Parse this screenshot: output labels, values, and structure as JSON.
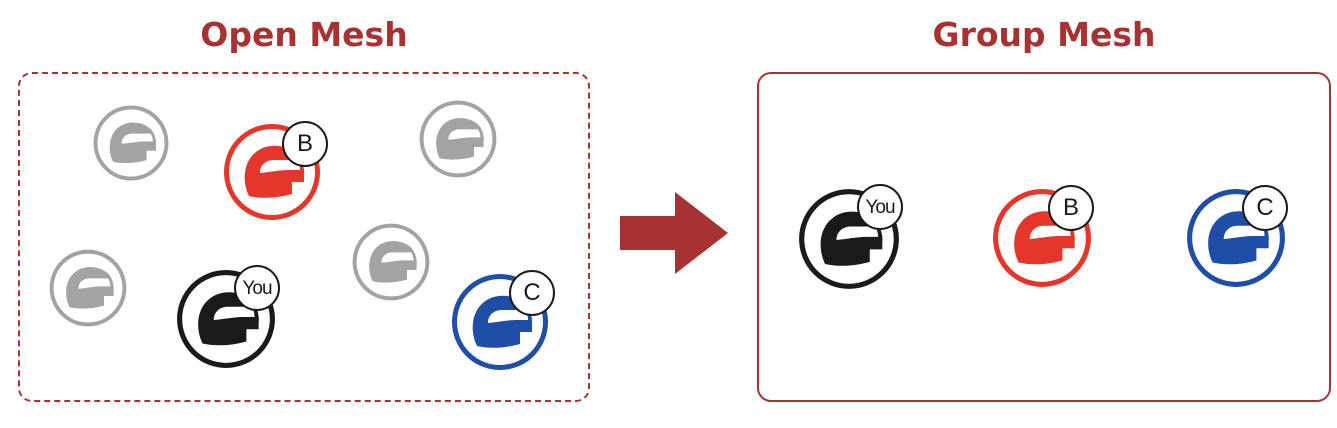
{
  "diagram": {
    "open_mesh": {
      "title": "Open Mesh",
      "riders": [
        {
          "kind": "idle",
          "color": "#a3a3a3",
          "badge": ""
        },
        {
          "kind": "member",
          "color": "#e4362a",
          "badge": "B"
        },
        {
          "kind": "idle",
          "color": "#a3a3a3",
          "badge": ""
        },
        {
          "kind": "idle",
          "color": "#a3a3a3",
          "badge": ""
        },
        {
          "kind": "idle",
          "color": "#a3a3a3",
          "badge": ""
        },
        {
          "kind": "member",
          "color": "#1a1a1a",
          "badge": "You"
        },
        {
          "kind": "member",
          "color": "#1f4ea8",
          "badge": "C"
        }
      ]
    },
    "transition_arrow": {
      "icon": "right-arrow-icon",
      "color": "#a83232"
    },
    "group_mesh": {
      "title": "Group Mesh",
      "riders": [
        {
          "kind": "member",
          "color": "#1a1a1a",
          "badge": "You"
        },
        {
          "kind": "member",
          "color": "#e4362a",
          "badge": "B"
        },
        {
          "kind": "member",
          "color": "#1f4ea8",
          "badge": "C"
        }
      ]
    },
    "colors": {
      "accent": "#a83232",
      "idle": "#a3a3a3",
      "you": "#1a1a1a",
      "b": "#e4362a",
      "c": "#1f4ea8"
    }
  }
}
